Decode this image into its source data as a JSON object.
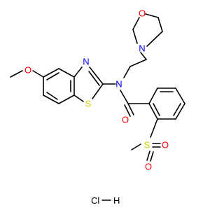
{
  "molecule": {
    "atoms": {
      "methoxy_o": {
        "text": "O",
        "color": "#ff0000"
      },
      "thiazole_n": {
        "text": "N",
        "color": "#0000ff"
      },
      "thiazole_s": {
        "text": "S",
        "color": "#cccc00"
      },
      "amide_n": {
        "text": "N",
        "color": "#0000ff"
      },
      "morpholine_n": {
        "text": "N",
        "color": "#0000ff"
      },
      "morpholine_o": {
        "text": "O",
        "color": "#ff0000"
      },
      "carbonyl_o": {
        "text": "O",
        "color": "#ff0000"
      },
      "sulfonyl_s": {
        "text": "S",
        "color": "#cccc00"
      },
      "sulfonyl_o1": {
        "text": "O",
        "color": "#ff0000"
      },
      "sulfonyl_o2": {
        "text": "O",
        "color": "#ff0000"
      }
    },
    "salt_label": "HCl"
  },
  "salt": {
    "cl": "Cl",
    "h": "H"
  }
}
